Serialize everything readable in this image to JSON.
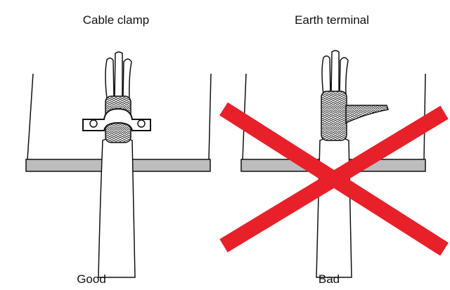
{
  "left_panel": {
    "title": "Cable clamp",
    "verdict": "Good"
  },
  "right_panel": {
    "title": "Earth terminal",
    "verdict": "Bad"
  },
  "colors": {
    "cross": "#e8202a",
    "plate": "#bdbdbd",
    "line": "#111111"
  }
}
